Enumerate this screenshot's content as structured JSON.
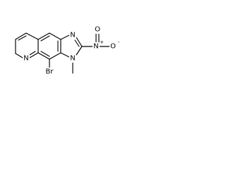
{
  "molecule": {
    "atoms": {
      "pyridine_n": "N",
      "bromo": "Br",
      "imidazole_n_top": "N",
      "imidazole_n_methyl": "N",
      "nitro_n": "N",
      "nitro_n_charge": "+",
      "nitro_o_right": "O",
      "nitro_o_right_charge": "-",
      "nitro_o_top": "O"
    },
    "colors": {
      "bond": "#000000",
      "text": "#000000",
      "background": "#ffffff"
    }
  }
}
